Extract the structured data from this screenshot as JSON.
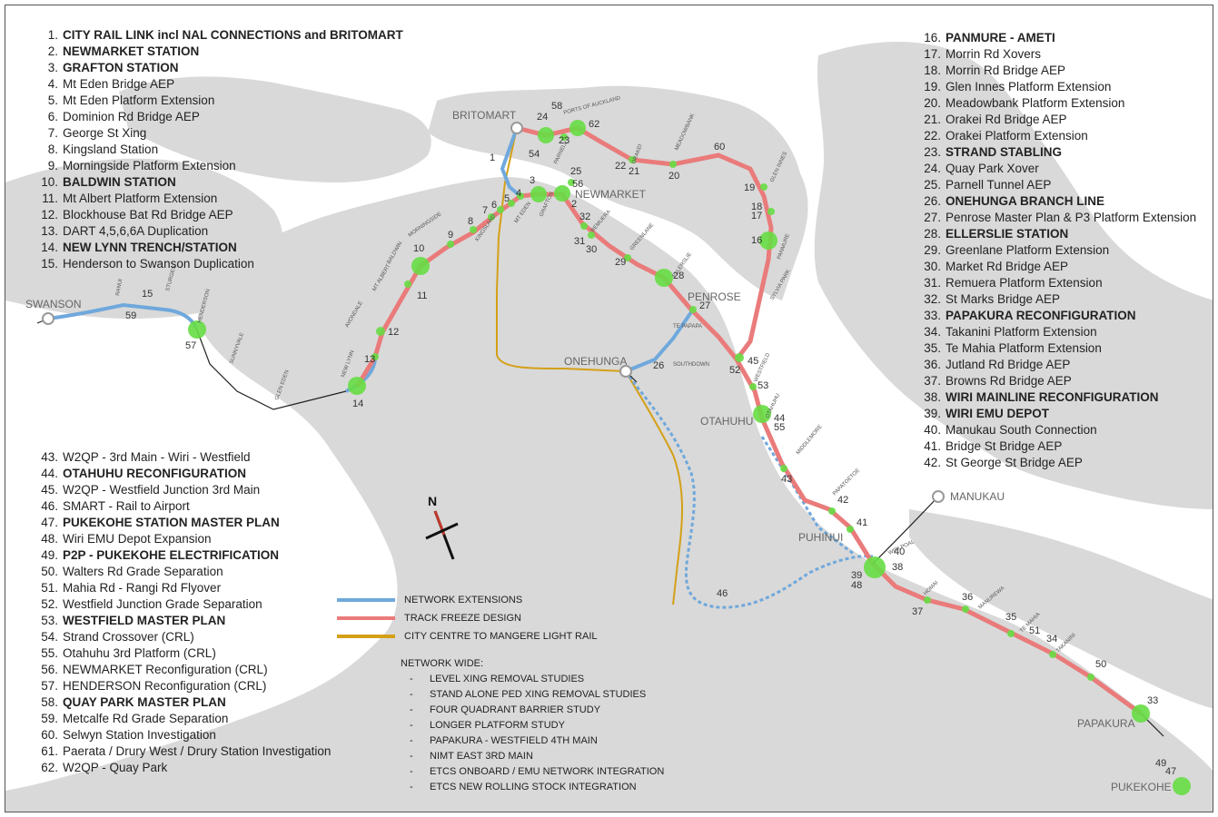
{
  "projects_left_top": [
    {
      "num": "1.",
      "text": "CITY RAIL LINK incl NAL CONNECTIONS and BRITOMART",
      "bold": true
    },
    {
      "num": "2.",
      "text": "NEWMARKET STATION",
      "bold": true
    },
    {
      "num": "3.",
      "text": "GRAFTON STATION",
      "bold": true
    },
    {
      "num": "4.",
      "text": "Mt Eden Bridge AEP",
      "bold": false
    },
    {
      "num": "5.",
      "text": "Mt Eden Platform Extension",
      "bold": false
    },
    {
      "num": "6.",
      "text": "Dominion Rd Bridge AEP",
      "bold": false
    },
    {
      "num": "7.",
      "text": "George St Xing",
      "bold": false
    },
    {
      "num": "8.",
      "text": "Kingsland Station",
      "bold": false
    },
    {
      "num": "9.",
      "text": "Morningside Platform Extension",
      "bold": false
    },
    {
      "num": "10.",
      "text": "BALDWIN STATION",
      "bold": true
    },
    {
      "num": "11.",
      "text": "Mt Albert Platform Extension",
      "bold": false
    },
    {
      "num": "12.",
      "text": "Blockhouse Bat Rd Bridge AEP",
      "bold": false
    },
    {
      "num": "13.",
      "text": "DART 4,5,6,6A Duplication",
      "bold": false
    },
    {
      "num": "14.",
      "text": "NEW LYNN TRENCH/STATION",
      "bold": true
    },
    {
      "num": "15.",
      "text": "Henderson to Swanson Duplication",
      "bold": false
    }
  ],
  "projects_right": [
    {
      "num": "16.",
      "text": "PANMURE - AMETI",
      "bold": true
    },
    {
      "num": "17.",
      "text": "Morrin Rd Xovers",
      "bold": false
    },
    {
      "num": "18.",
      "text": "Morrin Rd Bridge AEP",
      "bold": false
    },
    {
      "num": "19.",
      "text": "Glen Innes Platform Extension",
      "bold": false
    },
    {
      "num": "20.",
      "text": "Meadowbank Platform Extension",
      "bold": false
    },
    {
      "num": "21.",
      "text": "Orakei Rd Bridge AEP",
      "bold": false
    },
    {
      "num": "22.",
      "text": "Orakei Platform Extension",
      "bold": false
    },
    {
      "num": "23.",
      "text": "STRAND STABLING",
      "bold": true
    },
    {
      "num": "24.",
      "text": "Quay Park Xover",
      "bold": false
    },
    {
      "num": "25.",
      "text": "Parnell Tunnel AEP",
      "bold": false
    },
    {
      "num": "26.",
      "text": "ONEHUNGA BRANCH LINE",
      "bold": true
    },
    {
      "num": "27.",
      "text": "Penrose Master Plan & P3 Platform Extension",
      "bold": false
    },
    {
      "num": "28.",
      "text": "ELLERSLIE STATION",
      "bold": true
    },
    {
      "num": "29.",
      "text": "Greenlane Platform Extension",
      "bold": false
    },
    {
      "num": "30.",
      "text": "Market Rd Bridge AEP",
      "bold": false
    },
    {
      "num": "31.",
      "text": "Remuera Platform Extension",
      "bold": false
    },
    {
      "num": "32.",
      "text": "St Marks Bridge AEP",
      "bold": false
    },
    {
      "num": "33.",
      "text": "PAPAKURA RECONFIGURATION",
      "bold": true
    },
    {
      "num": "34.",
      "text": "Takanini Platform Extension",
      "bold": false
    },
    {
      "num": "35.",
      "text": "Te Mahia Platform Extension",
      "bold": false
    },
    {
      "num": "36.",
      "text": "Jutland Rd Bridge AEP",
      "bold": false
    },
    {
      "num": "37.",
      "text": "Browns Rd Bridge AEP",
      "bold": false
    },
    {
      "num": "38.",
      "text": "WIRI MAINLINE RECONFIGURATION",
      "bold": true
    },
    {
      "num": "39.",
      "text": "WIRI EMU DEPOT",
      "bold": true
    },
    {
      "num": "40.",
      "text": "Manukau South Connection",
      "bold": false
    },
    {
      "num": "41.",
      "text": "Bridge St Bridge AEP",
      "bold": false
    },
    {
      "num": "42.",
      "text": "St George St Bridge AEP",
      "bold": false
    }
  ],
  "projects_left_bottom": [
    {
      "num": "43.",
      "text": "W2QP - 3rd Main - Wiri - Westfield",
      "bold": false
    },
    {
      "num": "44.",
      "text": "OTAHUHU RECONFIGURATION",
      "bold": true
    },
    {
      "num": "45.",
      "text": "W2QP - Westfield Junction 3rd Main",
      "bold": false
    },
    {
      "num": "46.",
      "text": "SMART - Rail to Airport",
      "bold": false
    },
    {
      "num": "47.",
      "text": "PUKEKOHE STATION MASTER PLAN",
      "bold": true
    },
    {
      "num": "48.",
      "text": "Wiri EMU Depot Expansion",
      "bold": false
    },
    {
      "num": "49.",
      "text": "P2P - PUKEKOHE ELECTRIFICATION",
      "bold": true
    },
    {
      "num": "50.",
      "text": "Walters Rd Grade Separation",
      "bold": false
    },
    {
      "num": "51.",
      "text": "Mahia Rd - Rangi Rd Flyover",
      "bold": false
    },
    {
      "num": "52.",
      "text": "Westfield Junction Grade Separation",
      "bold": false
    },
    {
      "num": "53.",
      "text": "WESTFIELD MASTER PLAN",
      "bold": true
    },
    {
      "num": "54.",
      "text": "Strand Crossover (CRL)",
      "bold": false
    },
    {
      "num": "55.",
      "text": "Otahuhu 3rd Platform (CRL)",
      "bold": false
    },
    {
      "num": "56.",
      "text": "NEWMARKET Reconfiguration (CRL)",
      "bold": false
    },
    {
      "num": "57.",
      "text": "HENDERSON Reconfiguration (CRL)",
      "bold": false
    },
    {
      "num": "58.",
      "text": "QUAY PARK MASTER PLAN",
      "bold": true
    },
    {
      "num": "59.",
      "text": "Metcalfe Rd Grade Separation",
      "bold": false
    },
    {
      "num": "60.",
      "text": "Selwyn Station Investigation",
      "bold": false
    },
    {
      "num": "61.",
      "text": "Paerata / Drury West / Drury Station Investigation",
      "bold": false
    },
    {
      "num": "62.",
      "text": "W2QP - Quay Park",
      "bold": false
    }
  ],
  "legend": [
    {
      "label": "NETWORK EXTENSIONS",
      "color": "#6fa8dc"
    },
    {
      "label": "TRACK FREEZE DESIGN",
      "color": "#ea7b7b"
    },
    {
      "label": "CITY CENTRE TO MANGERE LIGHT RAIL",
      "color": "#d4a017"
    }
  ],
  "network_wide": {
    "title": "NETWORK WIDE:",
    "items": [
      "LEVEL XING REMOVAL STUDIES",
      "STAND ALONE PED XING REMOVAL STUDIES",
      "FOUR QUADRANT BARRIER STUDY",
      "LONGER PLATFORM STUDY",
      "PAPAKURA - WESTFIELD 4TH MAIN",
      "NIMT EAST 3RD MAIN",
      "ETCS ONBOARD / EMU NETWORK INTEGRATION",
      "ETCS NEW ROLLING STOCK INTEGRATION"
    ]
  },
  "map_labels": {
    "britomart": "BRITOMART",
    "newmarket": "NEWMARKET",
    "penrose": "PENROSE",
    "onehunga": "ONEHUNGA",
    "otahuhu": "OTAHUHU",
    "manukau": "MANUKAU",
    "puhinui": "PUHINUI",
    "papakura": "PAPAKURA",
    "pukekohe": "PUKEKOHE",
    "swanson": "SWANSON",
    "north": "N"
  },
  "colors": {
    "land": "#d9d9d9",
    "network_extension": "#6fa8dc",
    "track_freeze": "#ea7b7b",
    "light_rail": "#d4a017",
    "project_marker": "#66dd44"
  }
}
